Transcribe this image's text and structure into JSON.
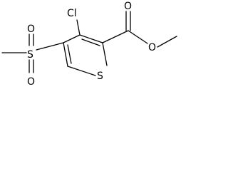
{
  "structure": {
    "atoms": {
      "chlorine": "Cl",
      "sulfur_ring": "S",
      "sulfur_sulfonyl": "S",
      "oxygen_carbonyl": "O",
      "oxygen_ester": "O",
      "oxygen_sulfonyl_top": "O",
      "oxygen_sulfonyl_bottom": "O"
    }
  },
  "colors": {
    "bond": "#000000",
    "label": "#000000",
    "background": "#ffffff"
  }
}
